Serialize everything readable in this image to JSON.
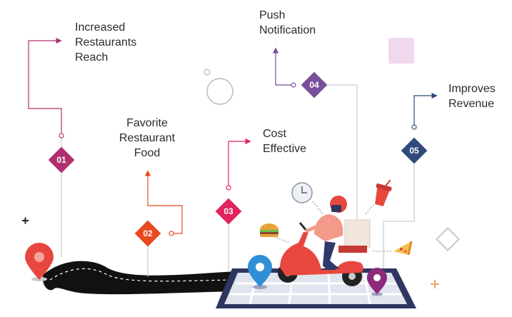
{
  "steps": [
    {
      "number": "01",
      "label": "Increased\nRestaurants\nReach",
      "color": "#b0306e"
    },
    {
      "number": "02",
      "label": "Favorite\nRestaurant\nFood",
      "color": "#e8491d"
    },
    {
      "number": "03",
      "label": "Cost\nEffective",
      "color": "#e0245e"
    },
    {
      "number": "04",
      "label": "Push\nNotification",
      "color": "#7a4f9a"
    },
    {
      "number": "05",
      "label": "Improves\nRevenue",
      "color": "#2f4a7a"
    }
  ],
  "icons": [
    "map-pin-icon",
    "clock-icon",
    "burger-icon",
    "drink-cup-icon",
    "pizza-slice-icon",
    "delivery-scooter-icon",
    "smartphone-icon"
  ]
}
